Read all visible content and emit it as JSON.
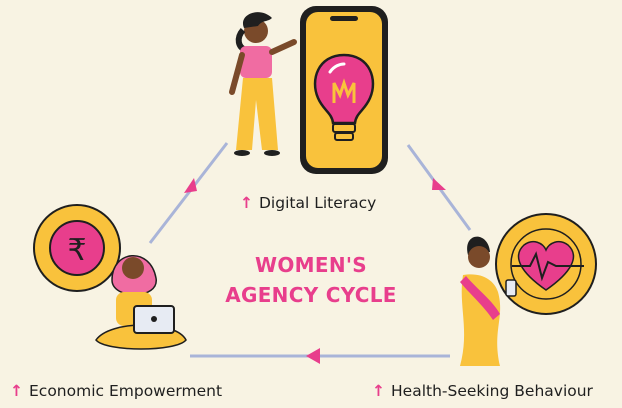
{
  "center": {
    "line1": "WOMEN'S",
    "line2": "AGENCY CYCLE"
  },
  "nodes": {
    "top": {
      "label": "Digital Literacy",
      "icon": "lightbulb-phone-icon"
    },
    "left": {
      "label": "Economic Empowerment",
      "icon": "rupee-coin-icon"
    },
    "right": {
      "label": "Health-Seeking Behaviour",
      "icon": "heart-pulse-icon"
    }
  },
  "colors": {
    "background": "#f8f3e3",
    "accent": "#e83e8c",
    "yellow": "#f9c23c",
    "connector": "#a9b4d8"
  },
  "increase_glyph": "↑"
}
